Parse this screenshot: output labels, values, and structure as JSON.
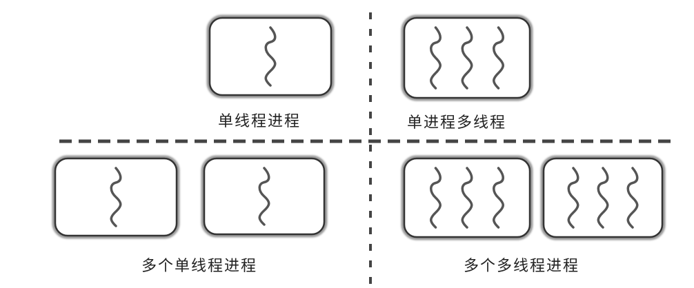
{
  "quadrants": [
    {
      "caption": "单线程进程",
      "processes": [
        1
      ]
    },
    {
      "caption": "单进程多线程",
      "processes": [
        3
      ]
    },
    {
      "caption": "多个单线程进程",
      "processes": [
        1,
        1
      ]
    },
    {
      "caption": "多个多线程进程",
      "processes": [
        3,
        3
      ]
    }
  ],
  "colors": {
    "divider": "#444444",
    "box_stroke": "#333333",
    "thread": "#555555",
    "text": "#222222"
  }
}
